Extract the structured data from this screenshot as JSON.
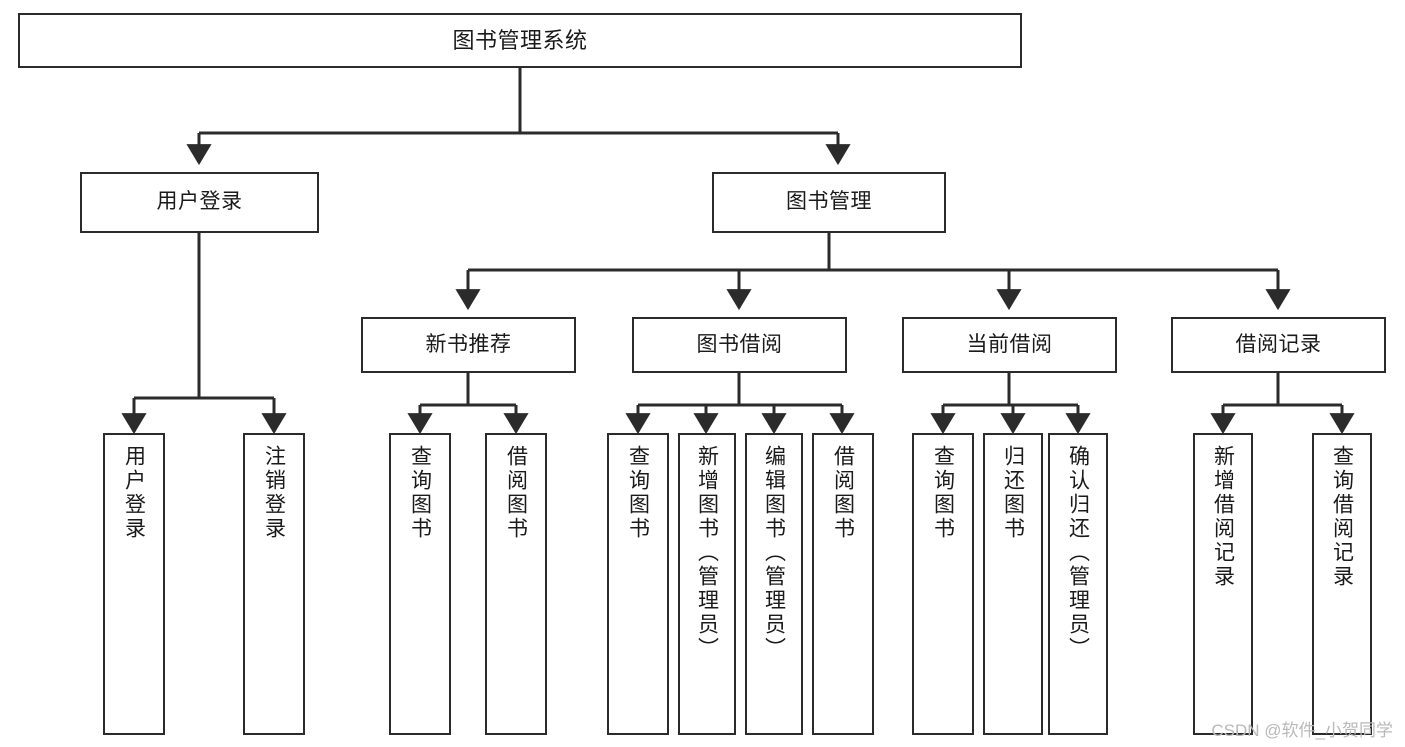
{
  "diagram": {
    "type": "tree-hierarchy",
    "title": "图书管理系统",
    "watermark": "CSDN @软件_小贺同学",
    "colors": {
      "box_border": "#2b2b2b",
      "box_fill": "#ffffff",
      "edge": "#2b2b2b",
      "text": "#1a1a1a",
      "watermark": "#b9b9b9",
      "background": "#ffffff"
    },
    "nodes": {
      "root": {
        "label": "图书管理系统",
        "level": 0
      },
      "level1": [
        {
          "id": "user-login",
          "label": "用户登录"
        },
        {
          "id": "book-manage",
          "label": "图书管理"
        }
      ],
      "level2": [
        {
          "id": "new-book-rec",
          "label": "新书推荐",
          "parent": "book-manage"
        },
        {
          "id": "book-borrow",
          "label": "图书借阅",
          "parent": "book-manage"
        },
        {
          "id": "current-borrow",
          "label": "当前借阅",
          "parent": "book-manage"
        },
        {
          "id": "borrow-record",
          "label": "借阅记录",
          "parent": "book-manage"
        }
      ],
      "leaves": [
        {
          "id": "leaf-user-login",
          "label": "用户登录",
          "parent": "user-login"
        },
        {
          "id": "leaf-logout",
          "label": "注销登录",
          "parent": "user-login"
        },
        {
          "id": "leaf-query-book-1",
          "label": "查询图书",
          "parent": "new-book-rec"
        },
        {
          "id": "leaf-borrow-book-1",
          "label": "借阅图书",
          "parent": "new-book-rec"
        },
        {
          "id": "leaf-query-book-2",
          "label": "查询图书",
          "parent": "book-borrow"
        },
        {
          "id": "leaf-add-book",
          "label": "新增图书（管理员）",
          "parent": "book-borrow"
        },
        {
          "id": "leaf-edit-book",
          "label": "编辑图书（管理员）",
          "parent": "book-borrow"
        },
        {
          "id": "leaf-borrow-book-2",
          "label": "借阅图书",
          "parent": "book-borrow"
        },
        {
          "id": "leaf-query-book-3",
          "label": "查询图书",
          "parent": "current-borrow"
        },
        {
          "id": "leaf-return-book",
          "label": "归还图书",
          "parent": "current-borrow"
        },
        {
          "id": "leaf-confirm-return",
          "label": "确认归还（管理员）",
          "parent": "current-borrow"
        },
        {
          "id": "leaf-add-record",
          "label": "新增借阅记录",
          "parent": "borrow-record"
        },
        {
          "id": "leaf-query-record",
          "label": "查询借阅记录",
          "parent": "borrow-record"
        }
      ]
    }
  }
}
